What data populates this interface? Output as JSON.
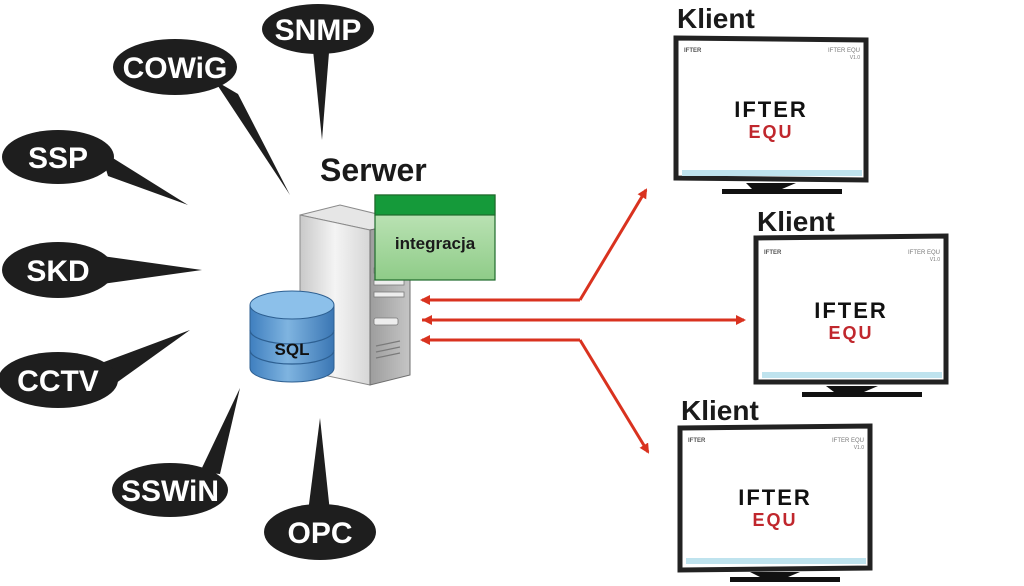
{
  "protocols": [
    {
      "label": "SNMP"
    },
    {
      "label": "COWiG"
    },
    {
      "label": "SSP"
    },
    {
      "label": "SKD"
    },
    {
      "label": "CCTV"
    },
    {
      "label": "SSWiN"
    },
    {
      "label": "OPC"
    }
  ],
  "server": {
    "title": "Serwer",
    "database_label": "SQL",
    "module_label": "integracja"
  },
  "clients": [
    {
      "title": "Klient",
      "logo_top": "IFTER",
      "logo_bottom": "EQU",
      "corner_brand": "IFTER",
      "corner_product": "IFTER EQU",
      "corner_version": "V1.0"
    },
    {
      "title": "Klient",
      "logo_top": "IFTER",
      "logo_bottom": "EQU",
      "corner_brand": "IFTER",
      "corner_product": "IFTER EQU",
      "corner_version": "V1.0"
    },
    {
      "title": "Klient",
      "logo_top": "IFTER",
      "logo_bottom": "EQU",
      "corner_brand": "IFTER",
      "corner_product": "IFTER EQU",
      "corner_version": "V1.0"
    }
  ],
  "colors": {
    "bubble": "#1e1e1e",
    "arrow": "#d9321f",
    "module_fill": "#a9d9a4",
    "module_bar": "#159a3a",
    "database": "#5b95c8",
    "logo_red": "#c0272d",
    "screen_strip": "#bfe3ee"
  }
}
